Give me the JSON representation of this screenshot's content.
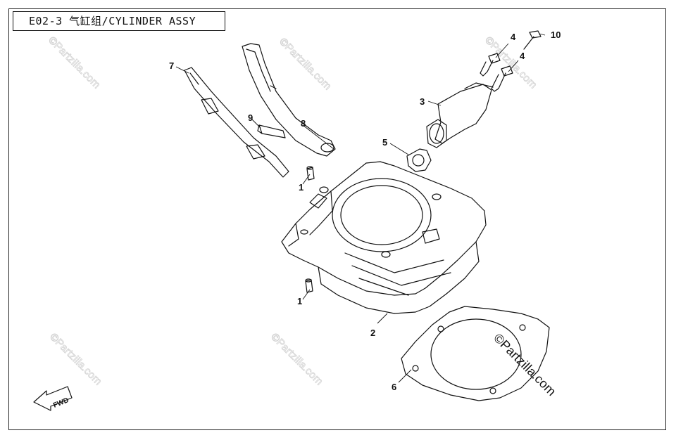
{
  "title": "E02-3 气缸组/CYLINDER ASSY",
  "watermark": "©Partzilla.com",
  "fwd_label": "FWD",
  "callouts": [
    "1",
    "1",
    "2",
    "3",
    "4",
    "4",
    "5",
    "6",
    "7",
    "8",
    "9",
    "10"
  ],
  "colors": {
    "line": "#111111",
    "frame": "#222222",
    "watermark": "#d4d4d4"
  }
}
